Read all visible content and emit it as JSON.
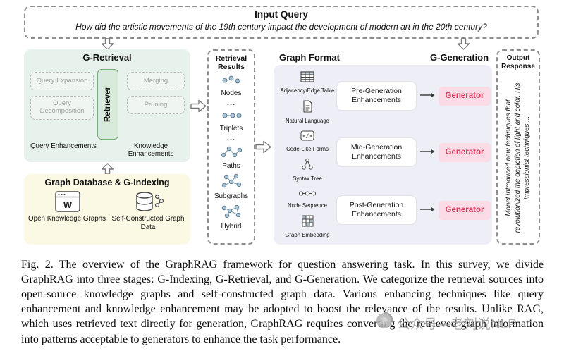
{
  "input_query": {
    "title": "Input Query",
    "question": "How did the artistic movements of the 19th century impact the development of modern art in the 20th century?"
  },
  "g_retrieval": {
    "title": "G-Retrieval",
    "retriever": "Retriever",
    "query_items": [
      "Query Expansion",
      "Query Decomposition"
    ],
    "knowledge_items": [
      "Merging",
      "Pruning"
    ],
    "query_label": "Query Enhancements",
    "knowledge_label": "Knowledge Enhancements"
  },
  "graph_database": {
    "title": "Graph Database & G-Indexing",
    "sources": [
      {
        "label": "Open Knowledge Graphs",
        "icon": "browser-window-w-icon"
      },
      {
        "label": "Self-Constructed Graph Data",
        "icon": "graph-database-icon"
      }
    ]
  },
  "retrieval_results": {
    "title": "Retrieval Results",
    "items": [
      "Nodes",
      "Triplets",
      "Paths",
      "Subgraphs",
      "Hybrid"
    ],
    "ellipsis": "..."
  },
  "graph_format": {
    "title": "Graph Format",
    "formats": [
      "Adjacency/Edge Table",
      "Natural Language",
      "Code-Like Forms",
      "Syntax Tree",
      "Node Sequence",
      "Graph Embedding"
    ]
  },
  "g_generation": {
    "title": "G-Generation",
    "stages": [
      {
        "enhancement": "Pre-Generation Enhancements",
        "generator": "Generator"
      },
      {
        "enhancement": "Mid-Generation Enhancements",
        "generator": "Generator"
      },
      {
        "enhancement": "Post-Generation Enhancements",
        "generator": "Generator"
      }
    ]
  },
  "output_response": {
    "title": "Output Response",
    "text": "Monet introduced new techniques that revolutionized the depiction of light and color. His Impressionist techniques ..."
  },
  "caption": {
    "text": "Fig. 2.  The overview of the GraphRAG framework for question answering task. In this survey, we divide GraphRAG into three stages: G-Indexing, G-Retrieval, and G-Generation. We categorize the retrieval sources into open-source knowledge graphs and self-constructed graph data. Various enhancing techniques like query enhancement and knowledge enhancement may be adopted to boost the relevance of the results. Unlike RAG, which uses retrieved text directly for generation, GraphRAG requires converting the retrieved graph information into patterns acceptable to generators to enhance the task performance."
  },
  "watermark": {
    "text": "公众号—老刘说NLP"
  },
  "colors": {
    "g_retrieval_bg": "#e7f2ec",
    "retriever_fill": "#d8eada",
    "retriever_border": "#79a87b",
    "g_indexing_bg": "#fbf9e3",
    "generation_panel_bg": "#edeef6",
    "generator_bg": "#fbdbe5",
    "generator_text": "#d63a5e",
    "dashed_border": "#8f8f8f"
  }
}
